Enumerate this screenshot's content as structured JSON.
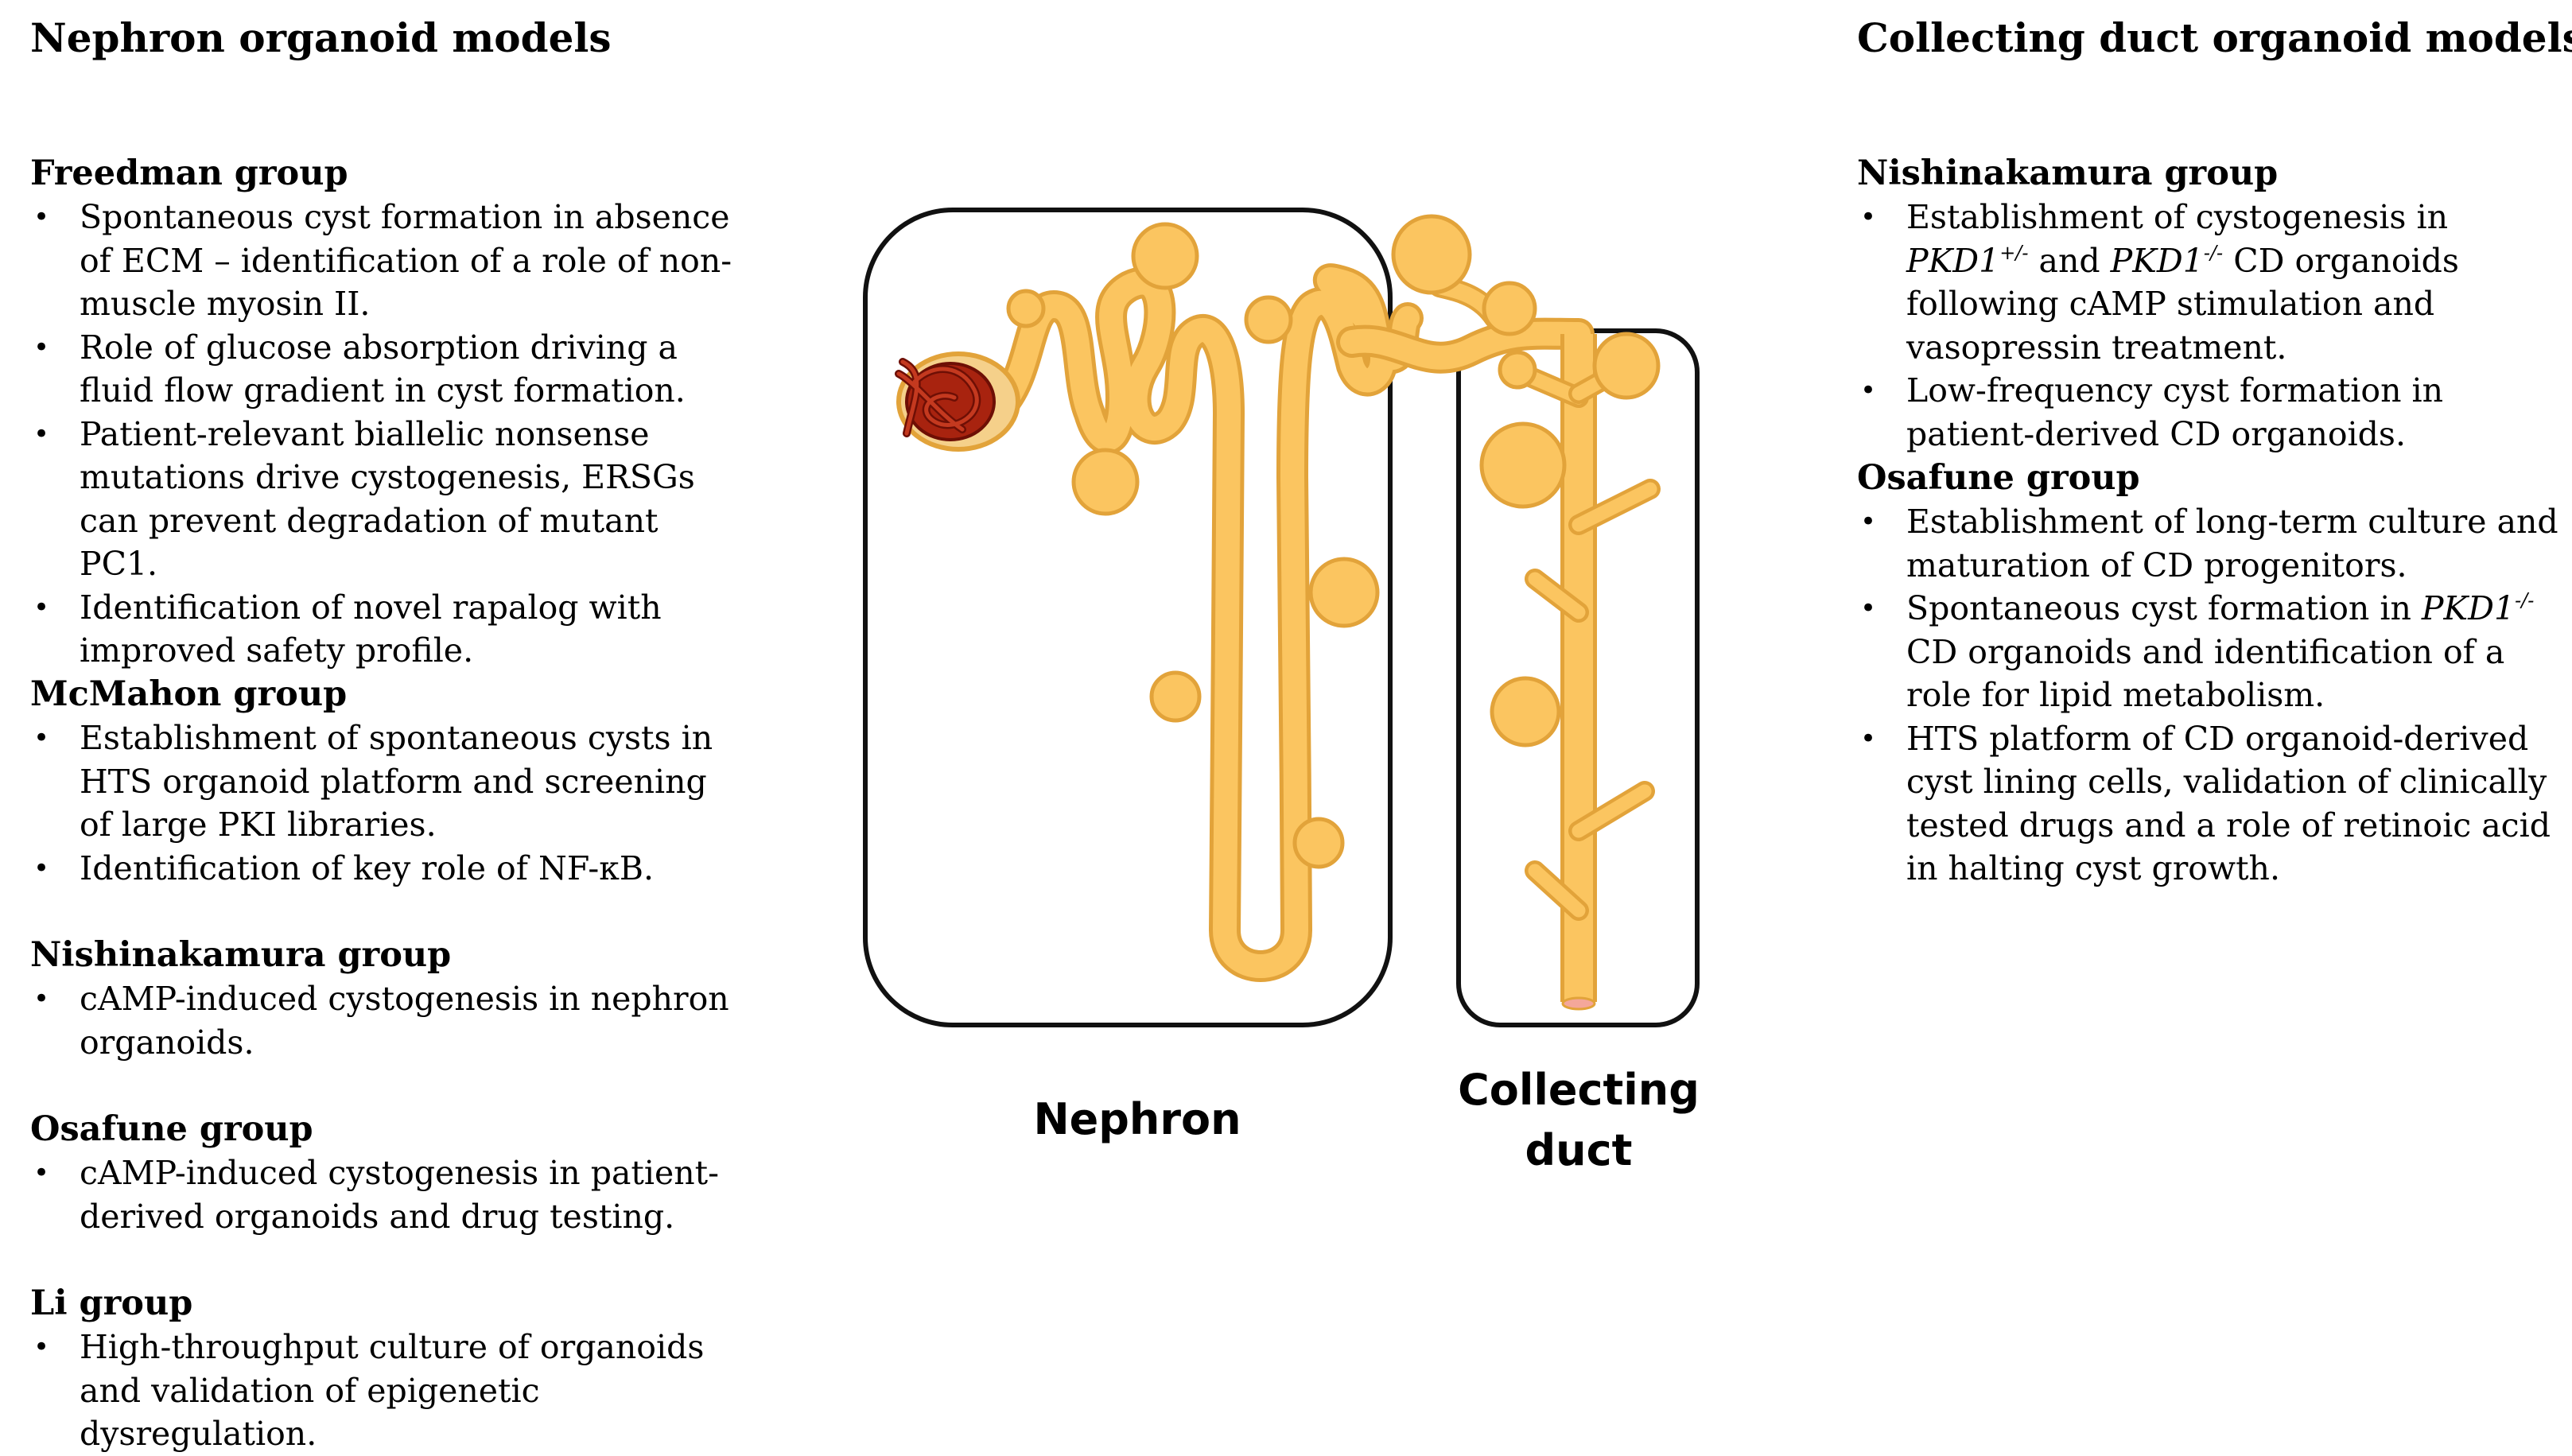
{
  "left": {
    "title": "Nephron organoid models",
    "groups": [
      {
        "title": "Freedman group",
        "items": [
          "Spontaneous cyst formation in absence of ECM – identification of a role of non-muscle myosin II.",
          "Role of glucose absorption driving a fluid flow gradient in cyst formation.",
          "Patient-relevant biallelic nonsense mutations drive cystogenesis, ERSGs can prevent degradation of mutant PC1.",
          "Identification of novel rapalog with improved safety profile."
        ]
      },
      {
        "title": "McMahon group",
        "items": [
          "Establishment of spontaneous cysts in HTS organoid platform and screening of large PKI libraries.",
          "Identification of key role of NF-κB."
        ]
      },
      {
        "title": "Nishinakamura group",
        "items": [
          "cAMP-induced cystogenesis in nephron organoids."
        ]
      },
      {
        "title": "Osafune group",
        "items": [
          "cAMP-induced cystogenesis in patient-derived organoids and drug testing."
        ]
      },
      {
        "title": "Li group",
        "items": [
          "High-throughput culture of organoids and validation of epigenetic dysregulation."
        ]
      }
    ]
  },
  "right": {
    "title": "Collecting duct organoid models",
    "groups": [
      {
        "title": "Nishinakamura group",
        "items": [
          {
            "a": "Establishment of cystogenesis in ",
            "gene1": "PKD1",
            "sup1": "+/-",
            "b": " and ",
            "gene2": "PKD1",
            "sup2": "-/-",
            "c": " CD organoids following cAMP stimulation and vasopressin treatment."
          },
          {
            "text": "Low-frequency cyst formation in patient-derived CD organoids."
          }
        ]
      },
      {
        "title": "Osafune group",
        "items": [
          {
            "text": "Establishment of long-term culture and maturation of CD progenitors."
          },
          {
            "a": "Spontaneous cyst formation in ",
            "gene1": "PKD1",
            "sup1": "-/-",
            "c": " CD organoids and identification of a role for lipid metabolism."
          },
          {
            "text": "HTS platform of CD organoid-derived cyst lining cells, validation of clinically tested drugs and a role of retinoic acid in halting cyst growth."
          }
        ]
      }
    ]
  },
  "diagram": {
    "nephron_label": "Nephron",
    "collecting_duct_label_line1": "Collecting",
    "collecting_duct_label_line2": "duct",
    "colors": {
      "tubule": "#FBC560",
      "tubule_edge": "#E2A33A",
      "glomerulus": "#8B1A0A",
      "capsule": "#F5D08A",
      "frame": "#111111"
    }
  }
}
